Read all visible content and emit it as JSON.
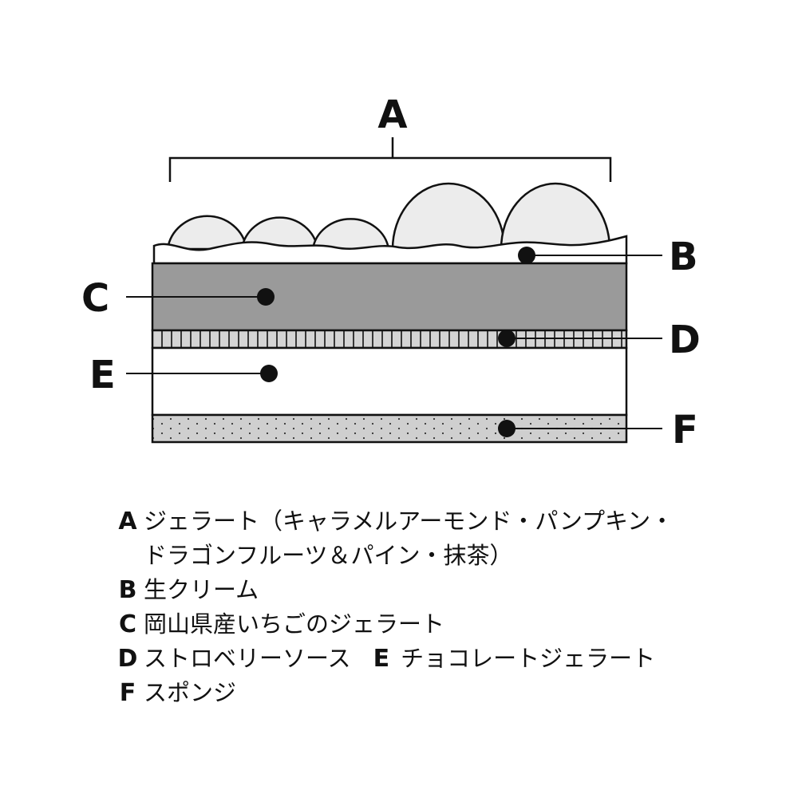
{
  "callouts": {
    "A": "A",
    "B": "B",
    "C": "C",
    "D": "D",
    "E": "E",
    "F": "F"
  },
  "legend": [
    {
      "key": "A",
      "text": "ジェラート（キャラメルアーモンド・パンプキン・",
      "text2": "ドラゴンフルーツ＆パイン・抹茶）"
    },
    {
      "key": "B",
      "text": "生クリーム"
    },
    {
      "key": "C",
      "text": "岡山県産いちごのジェラート"
    },
    {
      "key": "D",
      "text": "ストロベリーソース",
      "key2": "E",
      "text2": "チョコレートジェラート"
    },
    {
      "key": "F",
      "text": "スポンジ"
    }
  ],
  "colors": {
    "outline": "#111111",
    "gelato_scoop": "#ececec",
    "cream": "#ffffff",
    "strawberry_gelato": "#9a9a9a",
    "sauce_band": "#d4d4d4",
    "chocolate_gelato": "#ffffff",
    "sponge": "#cfcfcf"
  }
}
